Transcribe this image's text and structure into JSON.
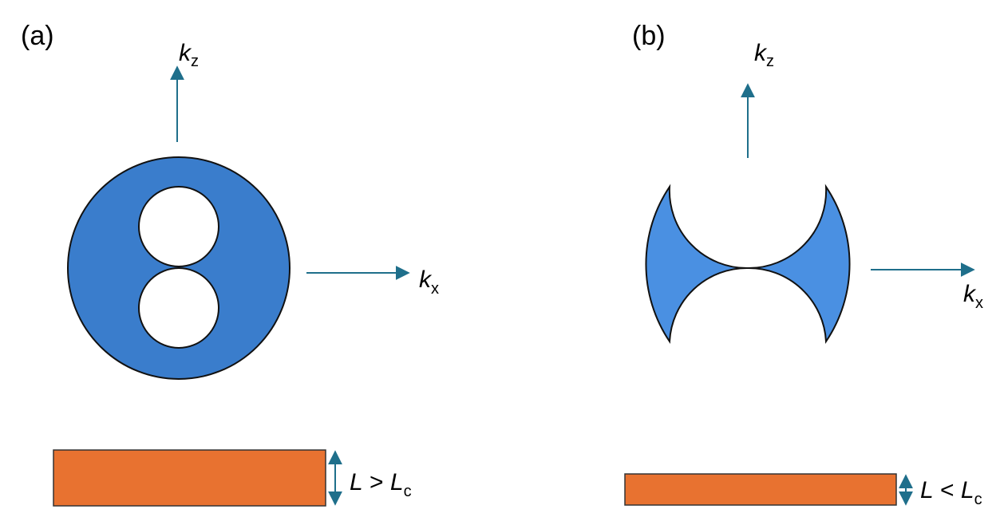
{
  "panels": [
    {
      "label": "(a)",
      "axis_vertical": {
        "var": "k",
        "sub": "z"
      },
      "axis_horizontal": {
        "var": "k",
        "sub": "x"
      },
      "slab": {
        "L": "L",
        "relation": " > ",
        "Lc": "L",
        "Lc_sub": "c"
      }
    },
    {
      "label": "(b)",
      "axis_vertical": {
        "var": "k",
        "sub": "z"
      },
      "axis_horizontal": {
        "var": "k",
        "sub": "x"
      },
      "slab": {
        "L": "L",
        "relation": " < ",
        "Lc": "L",
        "Lc_sub": "c"
      }
    }
  ],
  "colors": {
    "fermi_fill_a": "#3a7dcc",
    "fermi_fill_b": "#4a90e2",
    "slab_fill": "#e87230",
    "arrow": "#1f6f8b",
    "outline": "#111111"
  }
}
